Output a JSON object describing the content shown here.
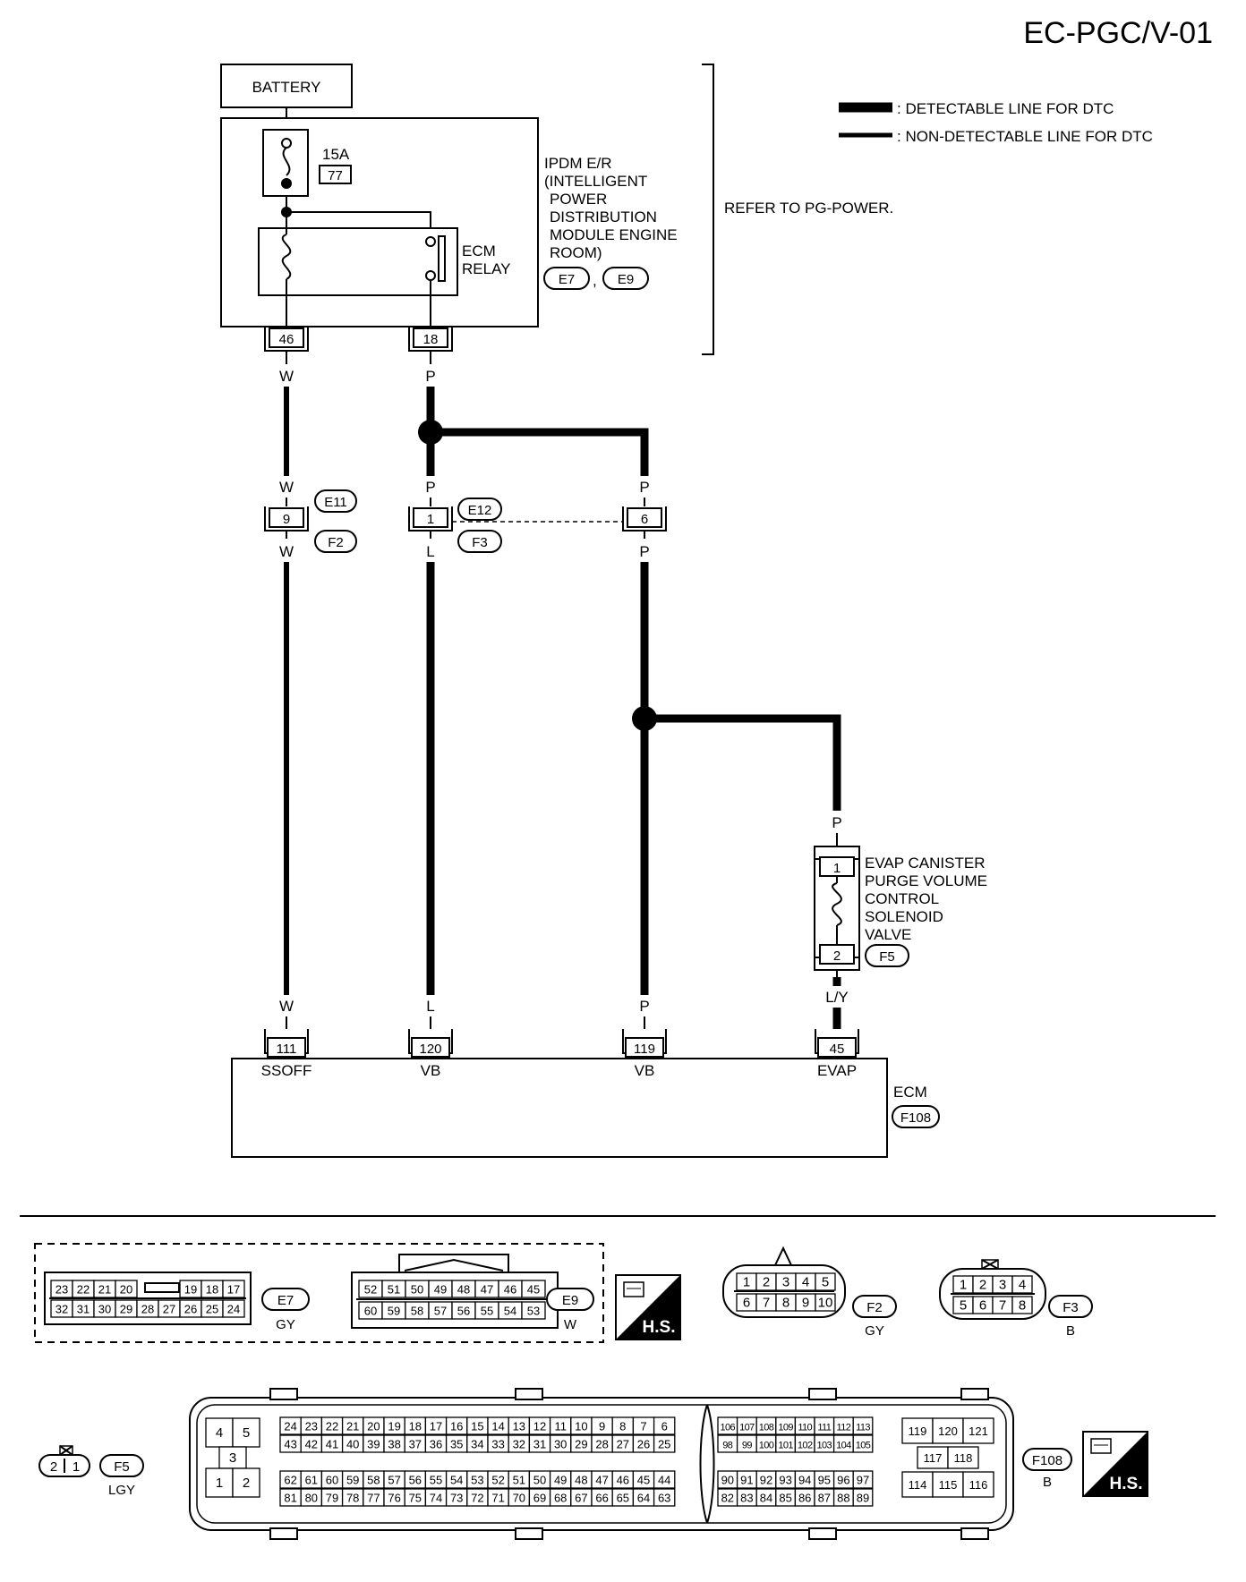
{
  "title": "EC-PGC/V-01",
  "legend": {
    "detectable": ": DETECTABLE LINE FOR DTC",
    "non_detectable": ": NON-DETECTABLE LINE FOR DTC"
  },
  "battery_label": "BATTERY",
  "fuse": {
    "amps": "15A",
    "number": "77"
  },
  "ipdm_lines": [
    "IPDM E/R",
    "(INTELLIGENT",
    "POWER",
    "DISTRIBUTION",
    "MODULE ENGINE",
    "ROOM)"
  ],
  "ipdm_connectors": [
    "E7",
    "E9"
  ],
  "refer_text": "REFER TO PG-POWER.",
  "relay_lines": [
    "ECM",
    "RELAY"
  ],
  "ipdm_pins": [
    "46",
    "18"
  ],
  "wire_colors": {
    "w": "W",
    "p": "P",
    "l": "L",
    "ly": "L/Y"
  },
  "connectors_mid": {
    "e11": "E11",
    "f2": "F2",
    "e12": "E12",
    "f3": "F3",
    "pin_9": "9",
    "pin_1": "1",
    "pin_6": "6"
  },
  "evap": {
    "lines": [
      "EVAP CANISTER",
      "PURGE VOLUME",
      "CONTROL",
      "SOLENOID",
      "VALVE"
    ],
    "pin_1": "1",
    "pin_2": "2",
    "connector": "F5"
  },
  "ecm": {
    "pins": [
      "111",
      "120",
      "119",
      "45"
    ],
    "terminals": [
      "SSOFF",
      "VB",
      "VB",
      "EVAP"
    ],
    "label": "ECM",
    "connector": "F108"
  },
  "views": {
    "e7": {
      "id": "E7",
      "color": "GY",
      "top": [
        "23",
        "22",
        "21",
        "20",
        "19",
        "18",
        "17"
      ],
      "bottom": [
        "32",
        "31",
        "30",
        "29",
        "28",
        "27",
        "26",
        "25",
        "24"
      ]
    },
    "e9": {
      "id": "E9",
      "color": "W",
      "top": [
        "52",
        "51",
        "50",
        "49",
        "48",
        "47",
        "46",
        "45"
      ],
      "bottom": [
        "60",
        "59",
        "58",
        "57",
        "56",
        "55",
        "54",
        "53"
      ]
    },
    "hs": "H.S.",
    "f2": {
      "id": "F2",
      "color": "GY",
      "top": [
        "1",
        "2",
        "3",
        "4",
        "5"
      ],
      "bottom": [
        "6",
        "7",
        "8",
        "9",
        "10"
      ]
    },
    "f3": {
      "id": "F3",
      "color": "B",
      "top": [
        "1",
        "2",
        "3",
        "4"
      ],
      "bottom": [
        "5",
        "6",
        "7",
        "8"
      ]
    },
    "f5": {
      "id": "F5",
      "color": "LGY",
      "pins": [
        "2",
        "1"
      ]
    },
    "f108": {
      "id": "F108",
      "color": "B",
      "left_block": [
        "4",
        "5",
        "3",
        "1",
        "2"
      ],
      "row1": [
        "24",
        "23",
        "22",
        "21",
        "20",
        "19",
        "18",
        "17",
        "16",
        "15",
        "14",
        "13",
        "12",
        "11",
        "10",
        "9",
        "8",
        "7",
        "6"
      ],
      "row2": [
        "43",
        "42",
        "41",
        "40",
        "39",
        "38",
        "37",
        "36",
        "35",
        "34",
        "33",
        "32",
        "31",
        "30",
        "29",
        "28",
        "27",
        "26",
        "25"
      ],
      "row3": [
        "62",
        "61",
        "60",
        "59",
        "58",
        "57",
        "56",
        "55",
        "54",
        "53",
        "52",
        "51",
        "50",
        "49",
        "48",
        "47",
        "46",
        "45",
        "44"
      ],
      "row4": [
        "81",
        "80",
        "79",
        "78",
        "77",
        "76",
        "75",
        "74",
        "73",
        "72",
        "71",
        "70",
        "69",
        "68",
        "67",
        "66",
        "65",
        "64",
        "63"
      ],
      "mid_row1": [
        "106",
        "107",
        "108",
        "109",
        "110",
        "111",
        "112",
        "113"
      ],
      "mid_row2": [
        "98",
        "99",
        "100",
        "101",
        "102",
        "103",
        "104",
        "105"
      ],
      "mid_row3": [
        "90",
        "91",
        "92",
        "93",
        "94",
        "95",
        "96",
        "97"
      ],
      "mid_row4": [
        "82",
        "83",
        "84",
        "85",
        "86",
        "87",
        "88",
        "89"
      ],
      "right_top": [
        "119",
        "120",
        "121"
      ],
      "right_mid": [
        "117",
        "118"
      ],
      "right_bot": [
        "114",
        "115",
        "116"
      ]
    }
  }
}
